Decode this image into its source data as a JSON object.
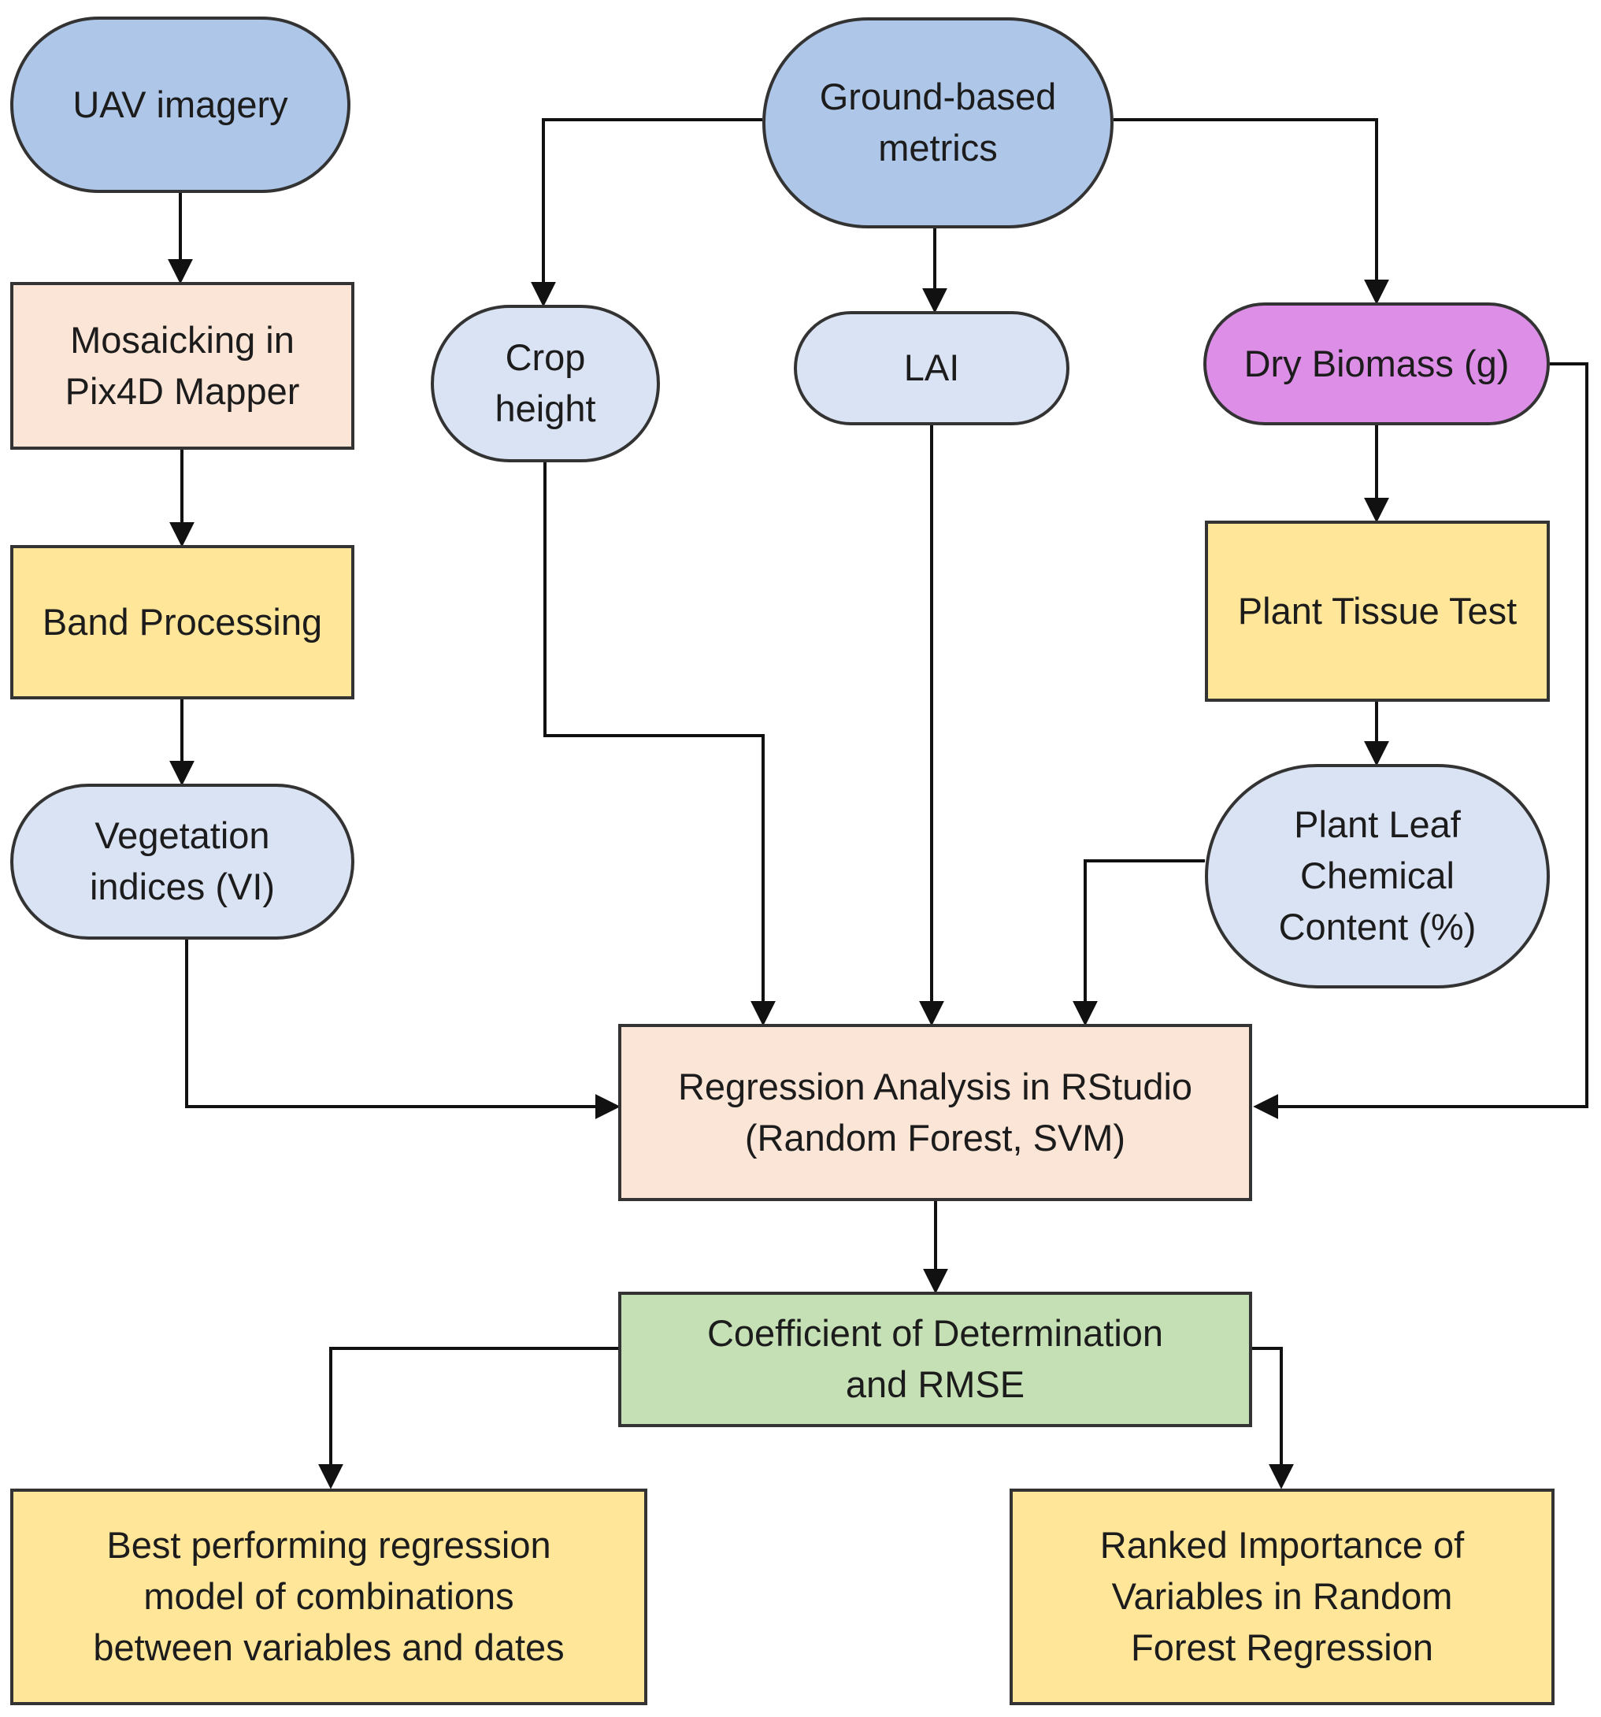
{
  "diagram": {
    "background_color": "#ffffff",
    "line_color": "#111111",
    "border_color": "#333333",
    "text_color": "#1c1c1c",
    "nodes": {
      "uav_imagery": {
        "label": "UAV imagery",
        "shape": "stadium",
        "fill": "#aec6e8"
      },
      "ground_metrics": {
        "label": "Ground-based metrics",
        "lines": [
          "Ground-based",
          "metrics"
        ],
        "shape": "stadium",
        "fill": "#aec6e8"
      },
      "mosaicking": {
        "label": "Mosaicking in Pix4D Mapper",
        "lines": [
          "Mosaicking in",
          "Pix4D Mapper"
        ],
        "shape": "rect",
        "fill": "#fbe5d6"
      },
      "band_processing": {
        "label": "Band Processing",
        "shape": "rect",
        "fill": "#ffe699"
      },
      "vegetation_indices": {
        "label": "Vegetation indices (VI)",
        "lines": [
          "Vegetation",
          "indices (VI)"
        ],
        "shape": "stadium",
        "fill": "#dae3f3"
      },
      "crop_height": {
        "label": "Crop height",
        "lines": [
          "Crop",
          "height"
        ],
        "shape": "stadium",
        "fill": "#dae3f3"
      },
      "lai": {
        "label": "LAI",
        "shape": "stadium",
        "fill": "#dae3f3"
      },
      "dry_biomass": {
        "label": "Dry Biomass (g)",
        "shape": "stadium",
        "fill": "#dd8fe8"
      },
      "plant_tissue_test": {
        "label": "Plant Tissue Test",
        "shape": "rect",
        "fill": "#ffe699"
      },
      "plant_leaf_chemical": {
        "label": "Plant Leaf Chemical Content (%)",
        "lines": [
          "Plant Leaf",
          "Chemical",
          "Content (%)"
        ],
        "shape": "stadium",
        "fill": "#dae3f3"
      },
      "regression_analysis": {
        "label": "Regression Analysis in RStudio (Random Forest, SVM)",
        "lines": [
          "Regression Analysis in RStudio",
          "(Random Forest, SVM)"
        ],
        "shape": "rect",
        "fill": "#fbe5d6"
      },
      "coefficient_rmse": {
        "label": "Coefficient of Determination and RMSE",
        "lines": [
          "Coefficient of Determination",
          "and RMSE"
        ],
        "shape": "rect",
        "fill": "#c5e0b4"
      },
      "best_model": {
        "label": "Best performing regression model of combinations between variables and dates",
        "lines": [
          "Best performing regression",
          "model of combinations",
          "between variables and dates"
        ],
        "shape": "rect",
        "fill": "#ffe699"
      },
      "ranked_importance": {
        "label": "Ranked Importance of Variables in Random Forest Regression",
        "lines": [
          "Ranked Importance of",
          "Variables in Random",
          "Forest Regression"
        ],
        "shape": "rect",
        "fill": "#ffe699"
      }
    },
    "edges": [
      {
        "from": "uav_imagery",
        "to": "mosaicking"
      },
      {
        "from": "mosaicking",
        "to": "band_processing"
      },
      {
        "from": "band_processing",
        "to": "vegetation_indices"
      },
      {
        "from": "vegetation_indices",
        "to": "regression_analysis"
      },
      {
        "from": "ground_metrics",
        "to": "crop_height"
      },
      {
        "from": "ground_metrics",
        "to": "lai"
      },
      {
        "from": "ground_metrics",
        "to": "dry_biomass"
      },
      {
        "from": "crop_height",
        "to": "regression_analysis"
      },
      {
        "from": "lai",
        "to": "regression_analysis"
      },
      {
        "from": "dry_biomass",
        "to": "plant_tissue_test"
      },
      {
        "from": "dry_biomass",
        "to": "regression_analysis"
      },
      {
        "from": "plant_tissue_test",
        "to": "plant_leaf_chemical"
      },
      {
        "from": "plant_leaf_chemical",
        "to": "regression_analysis"
      },
      {
        "from": "regression_analysis",
        "to": "coefficient_rmse"
      },
      {
        "from": "coefficient_rmse",
        "to": "best_model"
      },
      {
        "from": "coefficient_rmse",
        "to": "ranked_importance"
      }
    ]
  }
}
